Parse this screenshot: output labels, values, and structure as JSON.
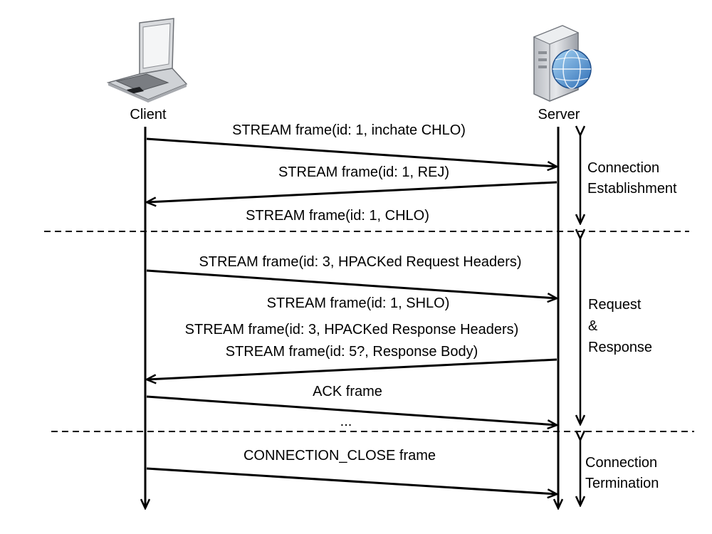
{
  "participants": {
    "client": "Client",
    "server": "Server"
  },
  "messages": [
    "STREAM frame(id: 1, inchate CHLO)",
    "STREAM frame(id: 1, REJ)",
    "STREAM frame(id: 1, CHLO)",
    "STREAM frame(id: 3, HPACKed Request Headers)",
    "STREAM frame(id: 1, SHLO)",
    "STREAM frame(id: 3, HPACKed Response Headers)",
    "STREAM frame(id: 5?, Response Body)",
    "ACK frame",
    "...",
    "CONNECTION_CLOSE frame"
  ],
  "phases": [
    {
      "line1": "Connection",
      "line2": "Establishment",
      "line3": ""
    },
    {
      "line1": "Request",
      "line2": "&",
      "line3": "Response"
    },
    {
      "line1": "Connection",
      "line2": "Termination",
      "line3": ""
    }
  ],
  "icons": {
    "client": "laptop-icon",
    "server": "web-server-icon"
  },
  "colors": {
    "line": "#000000",
    "background": "#ffffff"
  }
}
